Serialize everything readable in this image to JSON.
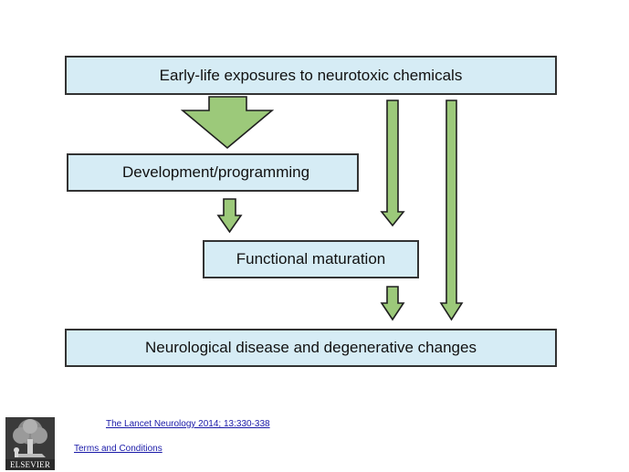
{
  "diagram": {
    "boxes": {
      "early_life": "Early-life exposures to neurotoxic chemicals",
      "development": "Development/programming",
      "functional": "Functional maturation",
      "neurological": "Neurological disease and degenerative changes"
    },
    "colors": {
      "box_fill": "#d6ecf5",
      "box_border": "#333333",
      "arrow_fill": "#9cc97a",
      "arrow_stroke": "#1f1f1f"
    }
  },
  "footer": {
    "citation_link": "The Lancet Neurology 2014; 13:330-338",
    "terms_link": "Terms and Conditions",
    "logo_text": "ELSEVIER"
  }
}
